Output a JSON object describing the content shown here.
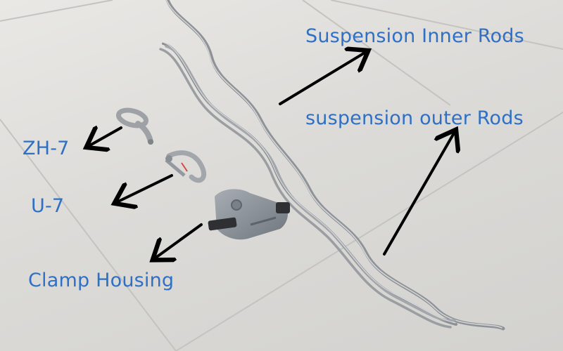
{
  "labels": {
    "suspension_inner_rods": "Suspension Inner Rods",
    "suspension_outer_rods": "suspension outer Rods",
    "zh7": "ZH-7",
    "u7": "U-7",
    "clamp_housing": "Clamp Housing"
  },
  "colors": {
    "label_text": "#2f6fc4",
    "arrow": "#000000",
    "floor": "#dcdbd8",
    "metal": "#a9acaf",
    "clamp": "#8e949b"
  }
}
